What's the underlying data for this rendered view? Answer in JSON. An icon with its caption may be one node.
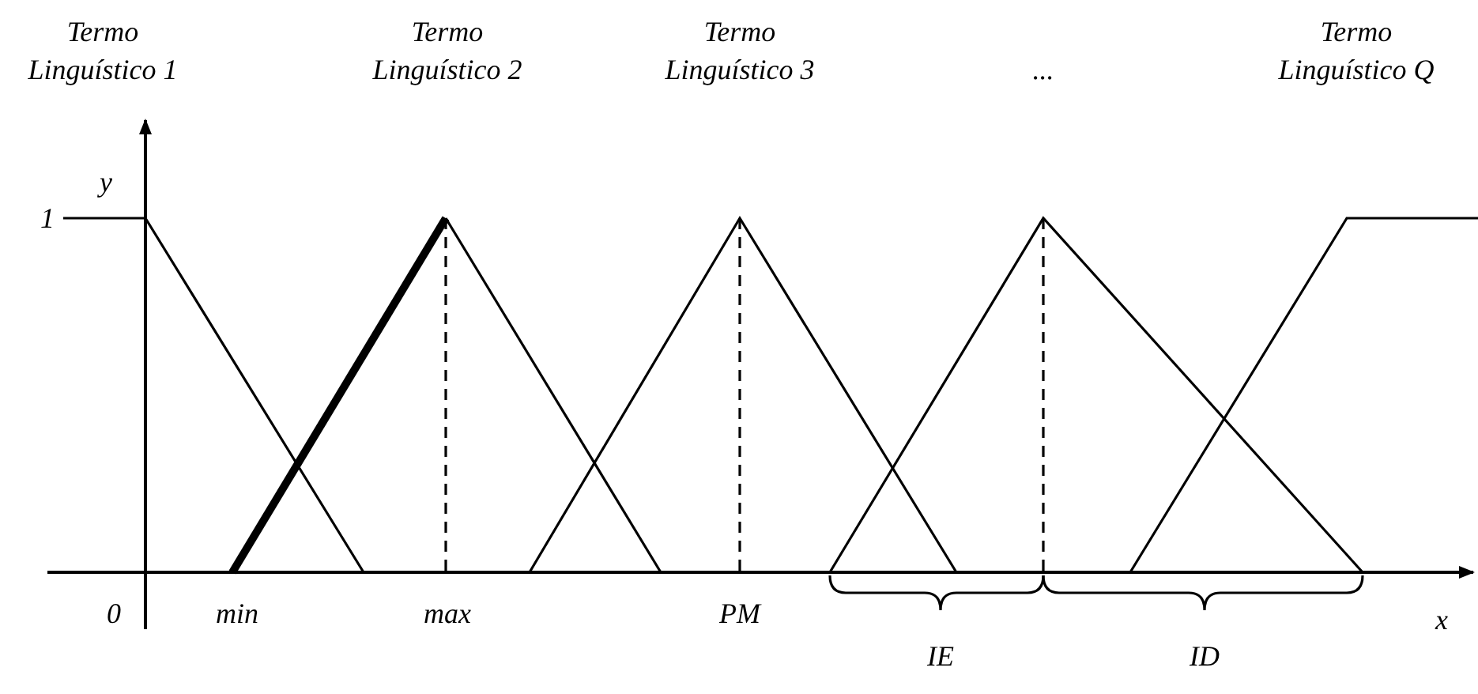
{
  "diagram": {
    "labels": [
      "Termo Linguístico 1",
      "Termo Linguístico 2",
      "Termo Linguístico 3",
      "...",
      "Termo Linguístico Q",
      "y",
      "1",
      "0",
      "min",
      "max",
      "PM",
      "IE",
      "ID",
      "x"
    ]
  }
}
